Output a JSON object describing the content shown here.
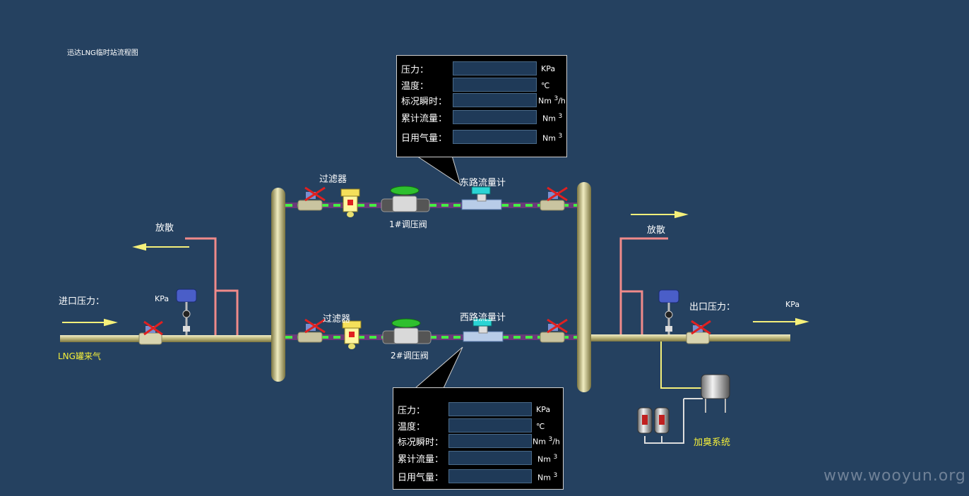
{
  "title": "迅达LNG临时站流程图",
  "labels": {
    "inlet_pressure": "进口压力：",
    "inlet_unit": "KPa",
    "lng_source": "LNG罐来气",
    "vent_left": "放散",
    "vent_right": "放散",
    "filter_top": "过滤器",
    "filter_bottom": "过滤器",
    "regulator_top": "1#调压阀",
    "regulator_bottom": "2#调压阀",
    "east_meter": "东路流量计",
    "west_meter": "西路流量计",
    "outlet_pressure": "出口压力：",
    "outlet_unit": "KPa",
    "odorizer": "加臭系统"
  },
  "panels": {
    "east": {
      "rows": [
        {
          "label": "压力：",
          "value": "",
          "unit": "KPa",
          "sup": ""
        },
        {
          "label": "温度：",
          "value": "",
          "unit": "℃",
          "sup": ""
        },
        {
          "label": "标况瞬时：",
          "value": "",
          "unit": "Nm",
          "sup": "3",
          "suffix": "/h"
        },
        {
          "label": "累计流量：",
          "value": "",
          "unit": "Nm",
          "sup": "3"
        },
        {
          "label": "日用气量：",
          "value": "",
          "unit": "Nm",
          "sup": "3"
        }
      ]
    },
    "west": {
      "rows": [
        {
          "label": "压力：",
          "value": "",
          "unit": "KPa",
          "sup": ""
        },
        {
          "label": "温度：",
          "value": "",
          "unit": "℃",
          "sup": ""
        },
        {
          "label": "标况瞬时：",
          "value": "",
          "unit": "Nm",
          "sup": "3",
          "suffix": "/h"
        },
        {
          "label": "累计流量：",
          "value": "",
          "unit": "Nm",
          "sup": "3"
        },
        {
          "label": "日用气量：",
          "value": "",
          "unit": "Nm",
          "sup": "3"
        }
      ]
    }
  },
  "watermark": "www.wooyun.org",
  "colors": {
    "background": "#254160",
    "main_pipe": "#c8c28a",
    "branch_pipe_green": "#44ee44",
    "branch_pipe_magenta": "#c040c0",
    "vent_pipe": "#f08a8a",
    "odorizer_pipe": "#f5f07a"
  }
}
